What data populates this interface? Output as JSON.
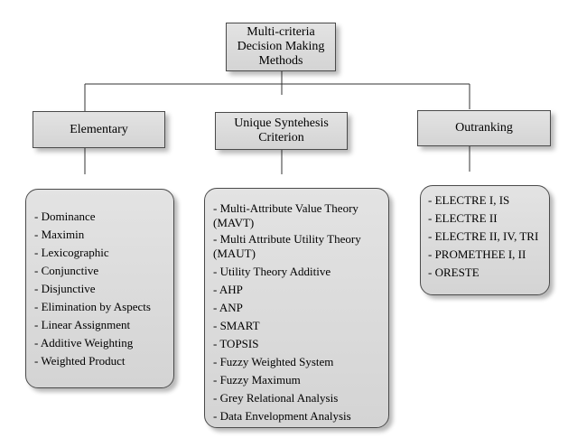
{
  "root": {
    "lines": [
      "Multi-criteria",
      "Decision Making",
      "Methods"
    ]
  },
  "categories": [
    {
      "title": "Elementary",
      "items": [
        "- Dominance",
        "- Maximin",
        "- Lexicographic",
        "- Conjunctive",
        "- Disjunctive",
        "- Elimination by Aspects",
        "- Linear Assignment",
        "- Additive Weighting",
        "- Weighted Product"
      ]
    },
    {
      "title_lines": [
        "Unique Syntehesis",
        "Criterion"
      ],
      "items": [
        "- Multi-Attribute Value Theory (MAVT)",
        "- Multi Attribute Utility Theory (MAUT)",
        "- Utility Theory Additive",
        "- AHP",
        "- ANP",
        "- SMART",
        "- TOPSIS",
        "- Fuzzy Weighted System",
        "- Fuzzy Maximum",
        "- Grey Relational Analysis",
        "- Data Envelopment Analysis"
      ]
    },
    {
      "title": "Outranking",
      "items": [
        "- ELECTRE I, IS",
        "- ELECTRE II",
        "- ELECTRE II, IV, TRI",
        "- PROMETHEE I, II",
        "- ORESTE"
      ]
    }
  ]
}
